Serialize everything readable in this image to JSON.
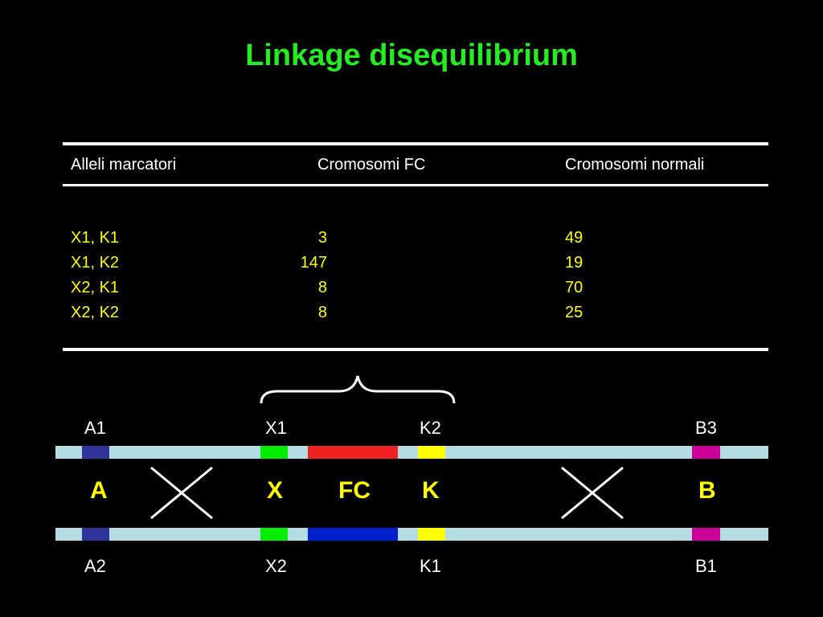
{
  "title": "Linkage disequilibrium",
  "table": {
    "headers": [
      "Alleli marcatori",
      "Cromosomi FC",
      "Cromosomi normali"
    ],
    "rows": [
      {
        "alleles": "X1, K1",
        "fc": "3",
        "normal": "49"
      },
      {
        "alleles": "X1, K2",
        "fc": "147",
        "normal": "19"
      },
      {
        "alleles": "X2, K1",
        "fc": "8",
        "normal": "70"
      },
      {
        "alleles": "X2, K2",
        "fc": "8",
        "normal": "25"
      }
    ]
  },
  "diagram": {
    "top_labels": [
      "A1",
      "X1",
      "K2",
      "B3"
    ],
    "middle_labels": [
      "A",
      "X",
      "FC",
      "K",
      "B"
    ],
    "bottom_labels": [
      "A2",
      "X2",
      "K1",
      "B1"
    ]
  },
  "colors": {
    "title": "#22ee22",
    "table_values": "#ffff00",
    "chromosome": "#b3dde3",
    "marker_a": "#303399",
    "marker_x": "#00ee00",
    "fc_top": "#ee2222",
    "fc_bottom": "#0022cc",
    "marker_k": "#ffff00",
    "marker_b": "#cc0099"
  }
}
